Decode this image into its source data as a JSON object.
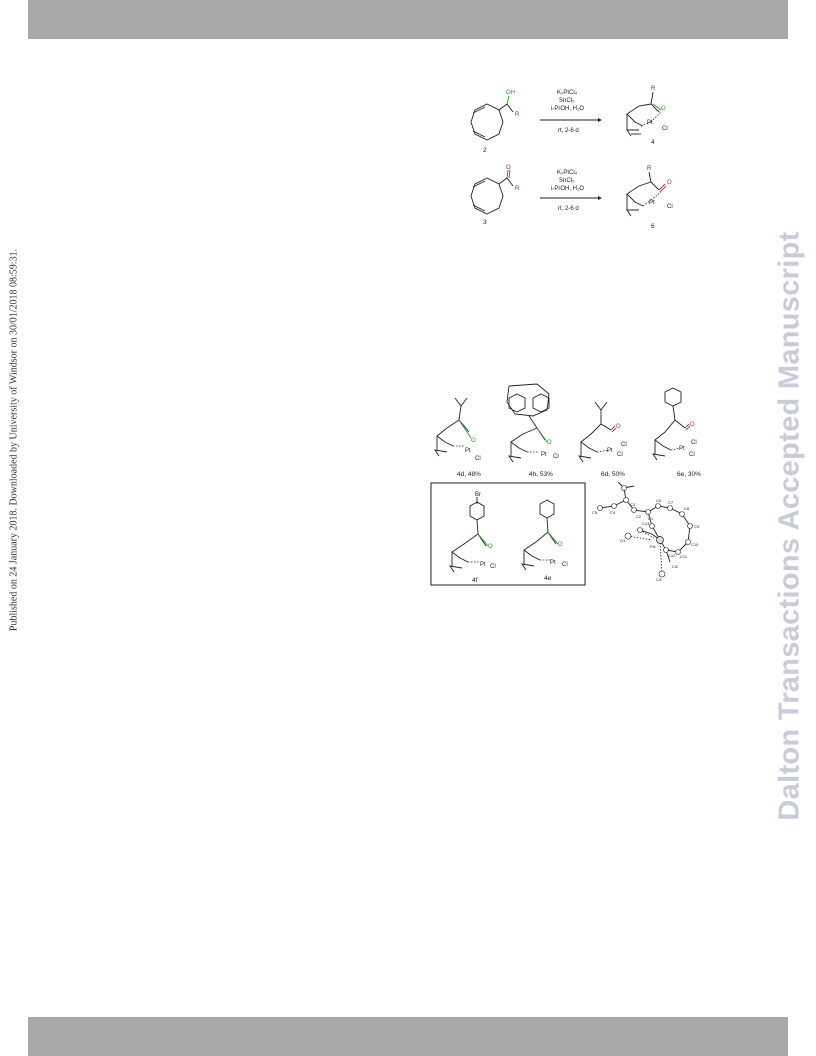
{
  "header": {
    "band_color": "#a9a9a9"
  },
  "footer": {
    "band_color": "#a9a9a9"
  },
  "sidebar_left": {
    "text": "Published on 24 January 2018. Downloaded by University of Windsor on 30/01/2018 08:59:31."
  },
  "sidebar_right": {
    "text": "Dalton Transactions Accepted Manuscript",
    "color": "#c9cbd8"
  },
  "scheme": {
    "row1": {
      "reactant_label": "2",
      "substituent_oh": "OH",
      "substituent_r": "R",
      "reagents": [
        "K₂PtCl₄",
        "SnCl₂",
        "i-PrOH, H₂O"
      ],
      "conditions": "rt, 2-6 d",
      "product_label": "4",
      "product_r": "R",
      "product_o": "O",
      "product_pt": "Pt",
      "product_cl": "Cl"
    },
    "row2": {
      "reactant_label": "3",
      "substituent_o": "O",
      "substituent_r": "R",
      "reagents": [
        "K₂PtCl₄",
        "SnCl₂",
        "i-PrOH, H₂O"
      ],
      "conditions": "rt, 2-6 d",
      "product_label": "6",
      "product_r": "R",
      "product_o": "O",
      "product_pt": "Pt",
      "product_cl": "Cl"
    }
  },
  "products": {
    "p4d": {
      "label": "4d, 48%",
      "o": "O",
      "pt": "Pt",
      "cl": "Cl"
    },
    "p4h": {
      "label": "4h, 53%",
      "o": "O",
      "pt": "Pt",
      "cl": "Cl"
    },
    "p6d": {
      "label": "6d, 50%",
      "o": "O",
      "pt": "Pt",
      "cl1": "Cl",
      "cl2": "Cl"
    },
    "p6e": {
      "label": "6e, 30%",
      "o": "O",
      "pt": "Pt",
      "cl1": "Cl",
      "cl2": "Cl"
    },
    "p4f": {
      "label": "4f",
      "br": "Br",
      "o": "O",
      "pt": "Pt",
      "cl": "Cl"
    },
    "p4e": {
      "label": "4e",
      "o": "O",
      "pt": "Pt",
      "cl": "Cl"
    }
  },
  "crystal": {
    "atoms": [
      "C5",
      "C4",
      "C3",
      "C2",
      "C1",
      "C6",
      "C7",
      "C8",
      "C9",
      "C10",
      "C11",
      "C12",
      "C13",
      "O1",
      "Pt1",
      "Cl1",
      "Cl2"
    ]
  }
}
